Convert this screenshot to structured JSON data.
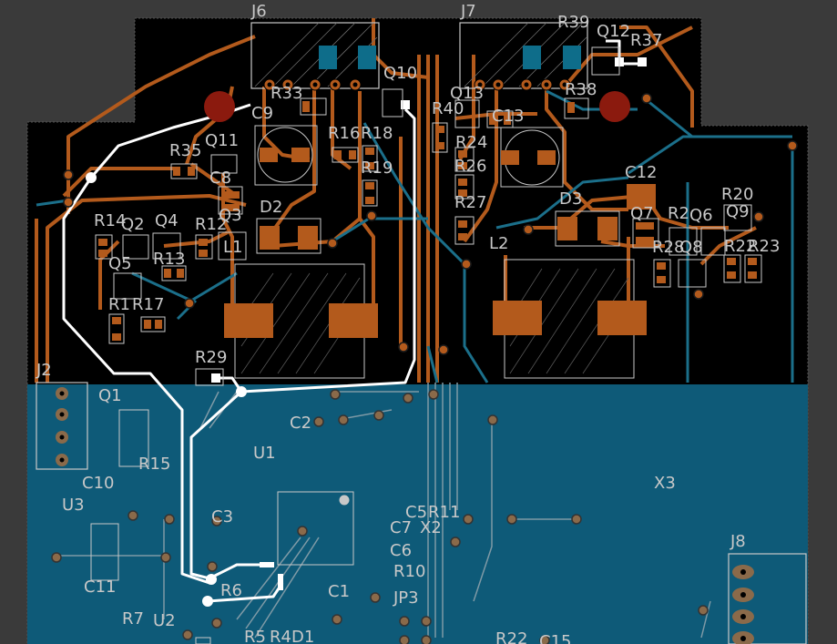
{
  "app": {
    "view": "PCB layout canvas"
  },
  "colors": {
    "background": "#3a3a3a",
    "board_black": "#000000",
    "copper_bottom_pour": "#0e5a78",
    "top_copper": "#b35a1c",
    "bottom_trace": "#1b6f8a",
    "silkscreen": "#c8c8c8",
    "selected_trace": "#ffffff",
    "mounting_hole": "#8b1a0e"
  },
  "labels": {
    "J6": "J6",
    "J7": "J7",
    "Q10": "Q10",
    "Q12": "Q12",
    "R37": "R37",
    "R33": "R33",
    "C9": "C9",
    "R16": "R16",
    "R18": "R18",
    "R19": "R19",
    "R35": "R35",
    "Q11": "Q11",
    "C8": "C8",
    "Q3": "Q3",
    "D2": "D2",
    "R14": "R14",
    "Q2": "Q2",
    "Q4": "Q4",
    "R12": "R12",
    "L1": "L1",
    "R13": "R13",
    "Q5": "Q5",
    "R17": "R17",
    "R1": "R1",
    "R29": "R29",
    "Q13": "Q13",
    "R40": "R40",
    "R24": "R24",
    "C13": "C13",
    "R26": "R26",
    "R27": "R27",
    "L2": "L2",
    "D3": "D3",
    "C12": "C12",
    "Q7": "Q7",
    "R2": "R2",
    "Q6": "Q6",
    "R20": "R20",
    "Q9": "Q9",
    "R28": "R28",
    "R23": "R23",
    "Q8": "Q8",
    "J2": "J2",
    "Q1": "Q1",
    "R15": "R15",
    "U1": "U1",
    "C10": "C10",
    "U3": "U3",
    "C3": "C3",
    "C11": "C11",
    "R6": "R6",
    "R7": "R7",
    "U2": "U2",
    "R5": "R5",
    "R4": "R4",
    "D1": "D1",
    "C1": "C1",
    "C2": "C2",
    "C5": "C5",
    "R11": "R11",
    "C7": "C7",
    "X2": "X2",
    "C6": "C6",
    "R10": "R10",
    "JP3": "JP3",
    "X3": "X3",
    "J8": "J8",
    "R38": "R38",
    "R39": "R39",
    "R22": "R22",
    "C15": "C15"
  }
}
